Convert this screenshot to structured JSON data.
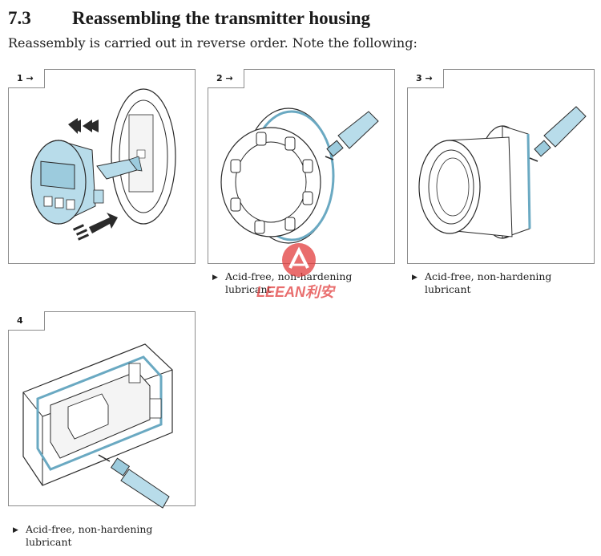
{
  "section": {
    "number": "7.3",
    "title": "Reassembling the transmitter housing",
    "intro": "Reassembly is carried out in reverse order. Note the following:"
  },
  "figures": [
    {
      "tab": "1 →"
    },
    {
      "tab": "2 →",
      "caption": "Acid-free, non-hardening lubricant"
    },
    {
      "tab": "3 →",
      "caption": "Acid-free, non-hardening lubricant"
    },
    {
      "tab": "4",
      "caption": "Acid-free, non-hardening lubricant"
    }
  ],
  "watermark": {
    "text": "LEEAN利安"
  },
  "colors": {
    "part_blue": "#b8dcea",
    "line": "#2a2a2a",
    "frame": "#8c8c8c",
    "watermark": "#e03c3c"
  }
}
